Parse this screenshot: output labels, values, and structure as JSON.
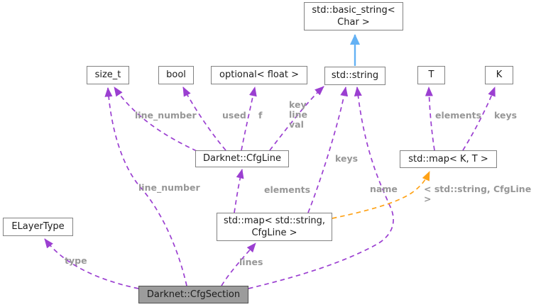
{
  "diagram": {
    "kind": "doxygen-collaboration-graph",
    "current_class": "Darknet::CfgSection",
    "colors": {
      "background": "#ffffff",
      "node_fill": "#ffffff",
      "node_border": "#828282",
      "node_text": "#1c1c1c",
      "highlight_fill": "#9c9c9c",
      "highlight_border": "#4f4f4f",
      "edge_purple": "#9b3fd1",
      "edge_orange": "#ffa216",
      "edge_blue": "#63b1f4",
      "label_text": "#979797"
    },
    "nodes": [
      {
        "id": "basic-string",
        "label": "std::basic_string<\nChar >"
      },
      {
        "id": "size-t",
        "label": "size_t"
      },
      {
        "id": "bool",
        "label": "bool"
      },
      {
        "id": "optional",
        "label": "optional< float >"
      },
      {
        "id": "string",
        "label": "std::string"
      },
      {
        "id": "t",
        "label": "T"
      },
      {
        "id": "k",
        "label": "K"
      },
      {
        "id": "cfgline",
        "label": "Darknet::CfgLine"
      },
      {
        "id": "map-kt",
        "label": "std::map< K, T >"
      },
      {
        "id": "map-string-cfgline",
        "label": "std::map< std::string,\nCfgLine >"
      },
      {
        "id": "elayertype",
        "label": "ELayerType"
      },
      {
        "id": "cfgsection",
        "label": "Darknet::CfgSection"
      }
    ],
    "edges": [
      {
        "from": "Darknet::CfgLine",
        "to": "size_t",
        "label": "line_number",
        "relation": "usage"
      },
      {
        "from": "Darknet::CfgLine",
        "to": "bool",
        "label": "used",
        "relation": "usage"
      },
      {
        "from": "Darknet::CfgLine",
        "to": "optional< float >",
        "label": "f",
        "relation": "usage"
      },
      {
        "from": "Darknet::CfgLine",
        "to": "std::string",
        "label": "key\nline\nval",
        "relation": "usage"
      },
      {
        "from": "std::map< std::string, CfgLine >",
        "to": "std::string",
        "label": "keys",
        "relation": "usage"
      },
      {
        "from": "std::map< std::string, CfgLine >",
        "to": "Darknet::CfgLine",
        "label": "elements",
        "relation": "usage"
      },
      {
        "from": "Darknet::CfgSection",
        "to": "size_t",
        "label": "line_number",
        "relation": "usage"
      },
      {
        "from": "Darknet::CfgSection",
        "to": "std::string",
        "label": "name",
        "relation": "usage"
      },
      {
        "from": "std::map< K, T >",
        "to": "T",
        "label": "elements",
        "relation": "usage"
      },
      {
        "from": "std::map< K, T >",
        "to": "K",
        "label": "keys",
        "relation": "usage"
      },
      {
        "from": "std::map< std::string, CfgLine >",
        "to": "std::map< K, T >",
        "label": "< std::string, CfgLine >",
        "relation": "template-instance"
      },
      {
        "from": "Darknet::CfgSection",
        "to": "ELayerType",
        "label": "type",
        "relation": "usage"
      },
      {
        "from": "Darknet::CfgSection",
        "to": "std::map< std::string, CfgLine >",
        "label": "lines",
        "relation": "usage"
      },
      {
        "from": "std::string",
        "to": "std::basic_string< Char >",
        "label": "",
        "relation": "public-inheritance"
      }
    ]
  }
}
